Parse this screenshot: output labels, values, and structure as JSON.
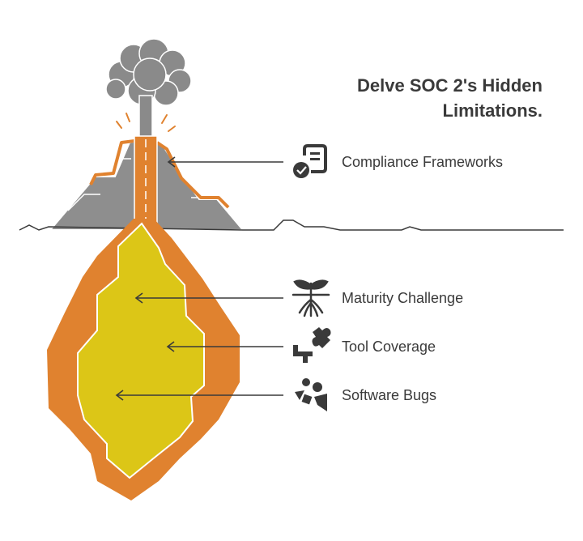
{
  "title": "Delve SOC 2's Hidden Limitations.",
  "labels": {
    "compliance": "Compliance Frameworks",
    "maturity": "Maturity Challenge",
    "tool": "Tool Coverage",
    "bugs": "Software Bugs"
  },
  "colors": {
    "lava_outer": "#e0822f",
    "magma_inner": "#dcc617",
    "mountain": "#8e8e8e",
    "smoke": "#8a8a8a",
    "text": "#3a3a3a"
  },
  "icons": {
    "compliance": "document-check-icon",
    "maturity": "sprout-roots-icon",
    "tool": "puzzle-piece-icon",
    "bugs": "bugs-shapes-icon"
  }
}
